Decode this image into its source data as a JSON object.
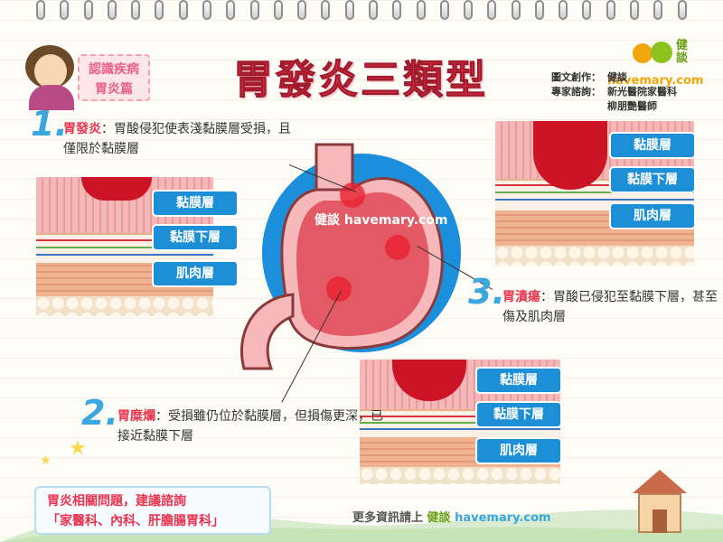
{
  "header": {
    "title": "胃發炎三類型",
    "tag_line1": "認識疾病",
    "tag_line2": "胃炎篇",
    "credits": [
      {
        "key": "圖文創作：",
        "value": "健談"
      },
      {
        "key": "專家諮詢：",
        "value": "新光醫院家醫科"
      },
      {
        "key": "",
        "value": "柳朋艷醫師"
      }
    ],
    "brand": "健談",
    "brand_url": "havemary.com"
  },
  "stomach": {
    "watermark": "健談 havemary.com"
  },
  "layers": {
    "mucosa": "黏膜層",
    "submucosa": "黏膜下層",
    "muscle": "肌肉層"
  },
  "points": [
    {
      "num": "1.",
      "name": "胃發炎",
      "desc": "：胃酸侵犯使表淺黏膜層受損，且僅限於黏膜層"
    },
    {
      "num": "2.",
      "name": "胃糜爛",
      "desc": "：受損雖仍位於黏膜層，但損傷更深，已接近黏膜下層"
    },
    {
      "num": "3.",
      "name": "胃潰瘍",
      "desc": "：胃酸已侵犯至黏膜下層，甚至傷及肌肉層"
    }
  ],
  "footer": {
    "advice_line1": "胃炎相關問題，建議諮詢",
    "advice_line2": "「家醫科、內科、肝膽腸胃科」",
    "more_prefix": "更多資訊請上",
    "more_brand": "健談",
    "more_url": "havemary.com"
  },
  "colors": {
    "title": "#e8344e",
    "accent_blue": "#1c8fd6",
    "lesion": "#cd1426",
    "stomach": "#e35a66",
    "backdrop": "#1b8fdc"
  }
}
